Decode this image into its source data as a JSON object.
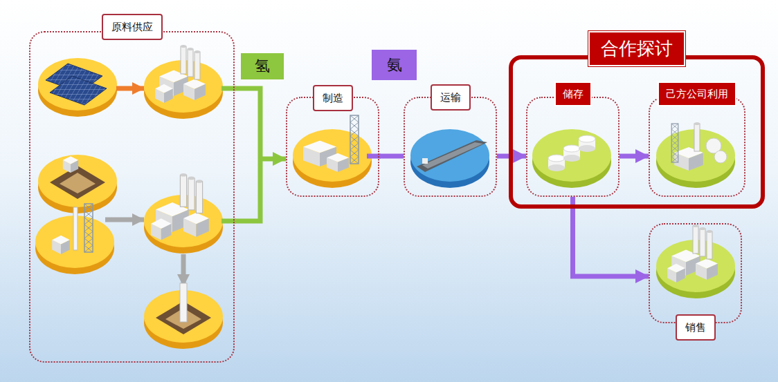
{
  "diagram": {
    "nodes": [
      {
        "text": [
          "原料供应"
        ]
      },
      {
        "text": [
          "制造"
        ]
      },
      {
        "text": [
          "运输"
        ]
      },
      {
        "text": [
          "合作探讨"
        ]
      },
      {
        "text": [
          "储存"
        ],
        "in": 3
      },
      {
        "text": [
          "己方公司利用"
        ],
        "in": 3
      },
      {
        "text": [
          "销售"
        ]
      }
    ],
    "edges": [
      {
        "from": 0,
        "to": 1,
        "label": "氢",
        "arrow": "to"
      },
      {
        "from": 1,
        "to": 2,
        "label": "氨",
        "arrow": "none"
      },
      {
        "from": 2,
        "to": 4,
        "arrow": "to"
      },
      {
        "from": 4,
        "to": 5,
        "arrow": "to"
      },
      {
        "from": 4,
        "to": 6,
        "arrow": "to"
      }
    ]
  }
}
